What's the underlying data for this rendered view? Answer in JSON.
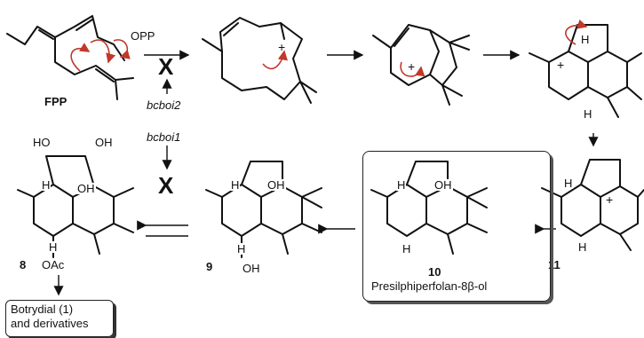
{
  "compounds": {
    "fpp": {
      "label": "FPP",
      "leaving_group": "OPP"
    },
    "c8": {
      "number": "8",
      "oh_a": "HO",
      "oh_b": "OH",
      "oh_c": "OH",
      "h": "H",
      "h2": "H",
      "oac": "OAc"
    },
    "c9": {
      "number": "9",
      "oh_a": "OH",
      "oh_b": "OH",
      "h": "H",
      "h2": "H"
    },
    "c10": {
      "number": "10",
      "name": "Presilphiperfolan-8β-ol",
      "oh": "OH",
      "h": "H",
      "h2": "H"
    },
    "c11": {
      "number": "11",
      "h": "H",
      "h2": "H"
    },
    "int3": {
      "h": "H",
      "h2": "H"
    }
  },
  "genes": {
    "gene_upper": "bcboi2",
    "gene_lower": "bcboi1"
  },
  "blocked_mark": "X",
  "product": {
    "line1": "Botrydial (1)",
    "line2": "and derivatives"
  }
}
